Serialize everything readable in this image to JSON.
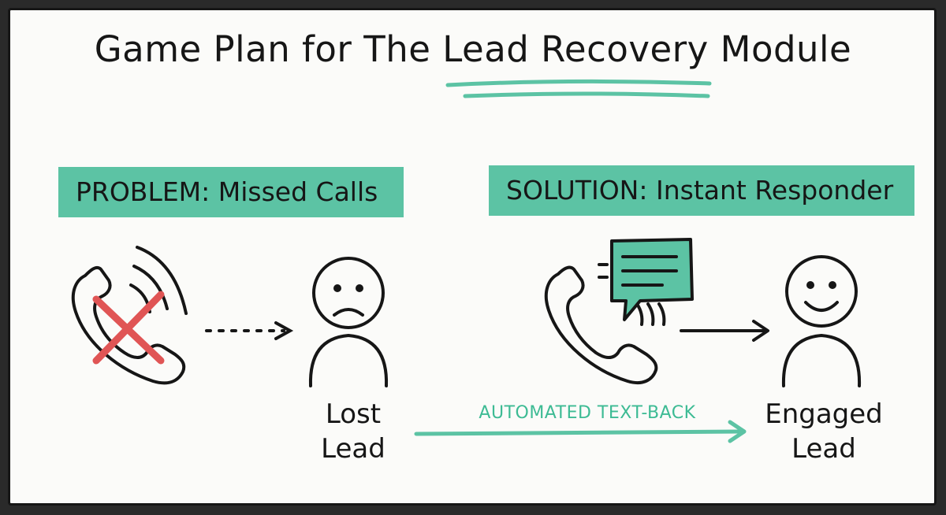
{
  "title": {
    "prefix": "Game Plan for The ",
    "highlight": "Lead Recovery",
    "suffix": " Module"
  },
  "problem": {
    "label": "PROBLEM: Missed Calls",
    "caption_line1": "Lost",
    "caption_line2": "Lead"
  },
  "solution": {
    "label": "SOLUTION: Instant Responder",
    "caption_line1": "Engaged",
    "caption_line2": "Lead"
  },
  "flow": {
    "label": "AUTOMATED TEXT-BACK"
  },
  "colors": {
    "accent": "#5cc3a4",
    "ink": "#161616",
    "cross": "#e05555",
    "paper": "#fbfbf9"
  },
  "icons": [
    "phone-icon",
    "missed-call-x-icon",
    "sad-face-icon",
    "chat-bubble-icon",
    "happy-face-icon"
  ]
}
